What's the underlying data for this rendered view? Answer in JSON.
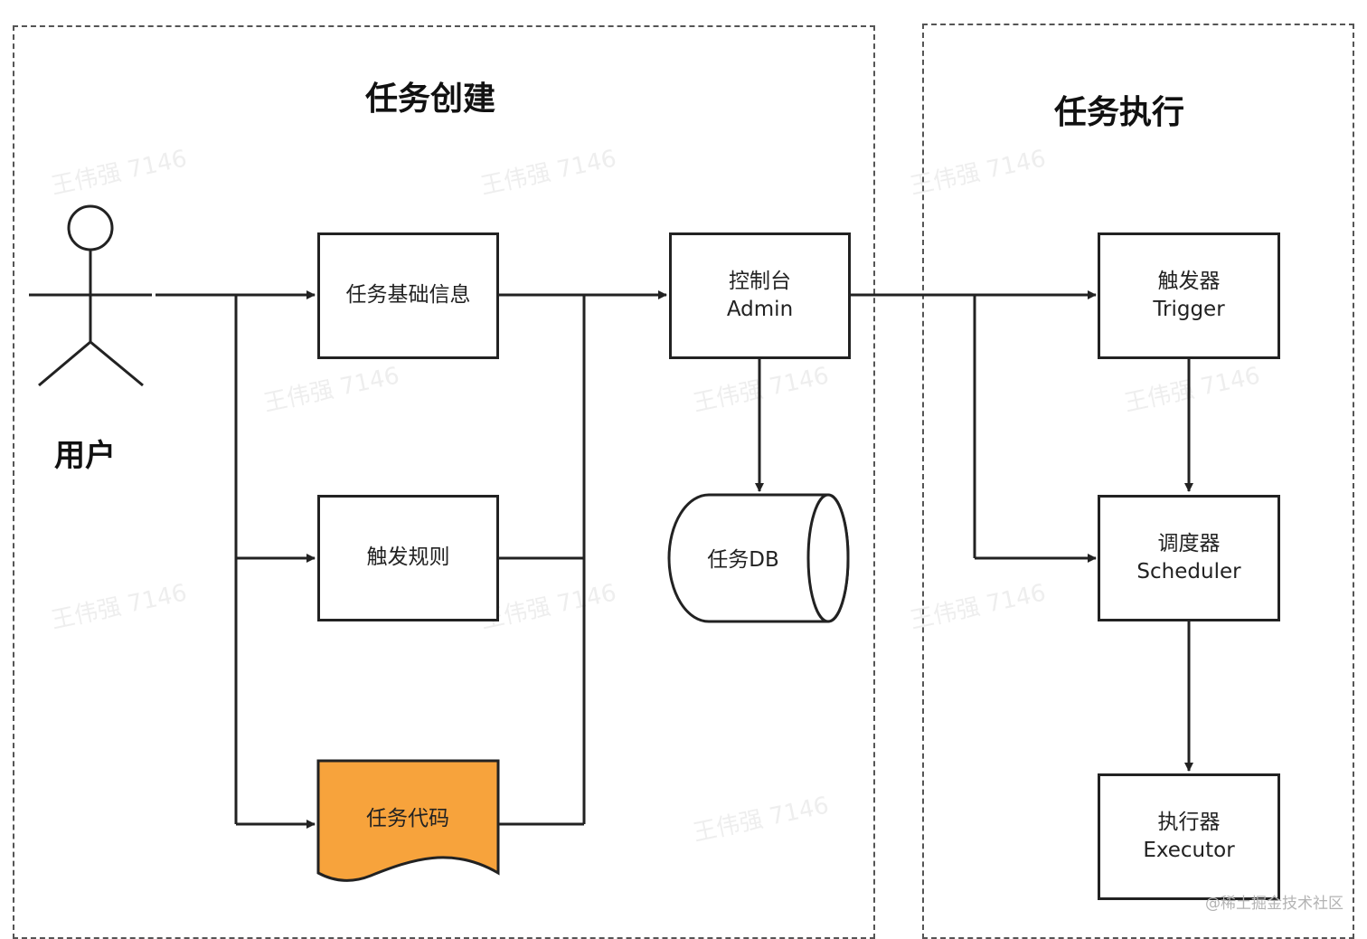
{
  "regions": {
    "create_title": "任务创建",
    "execute_title": "任务执行"
  },
  "actor": {
    "label": "用户"
  },
  "nodes": {
    "basic_info": "任务基础信息",
    "trigger_rules": "触发规则",
    "task_code": "任务代码",
    "admin_cn": "控制台",
    "admin_en": "Admin",
    "db": "任务DB",
    "trigger_cn": "触发器",
    "trigger_en": "Trigger",
    "scheduler_cn": "调度器",
    "scheduler_en": "Scheduler",
    "executor_cn": "执行器",
    "executor_en": "Executor"
  },
  "watermark": "王伟强 7146",
  "site_mark": "@稀土掘金技术社区",
  "colors": {
    "line": "#222222",
    "task_code_fill": "#f7a33c",
    "region_border": "#555555"
  }
}
